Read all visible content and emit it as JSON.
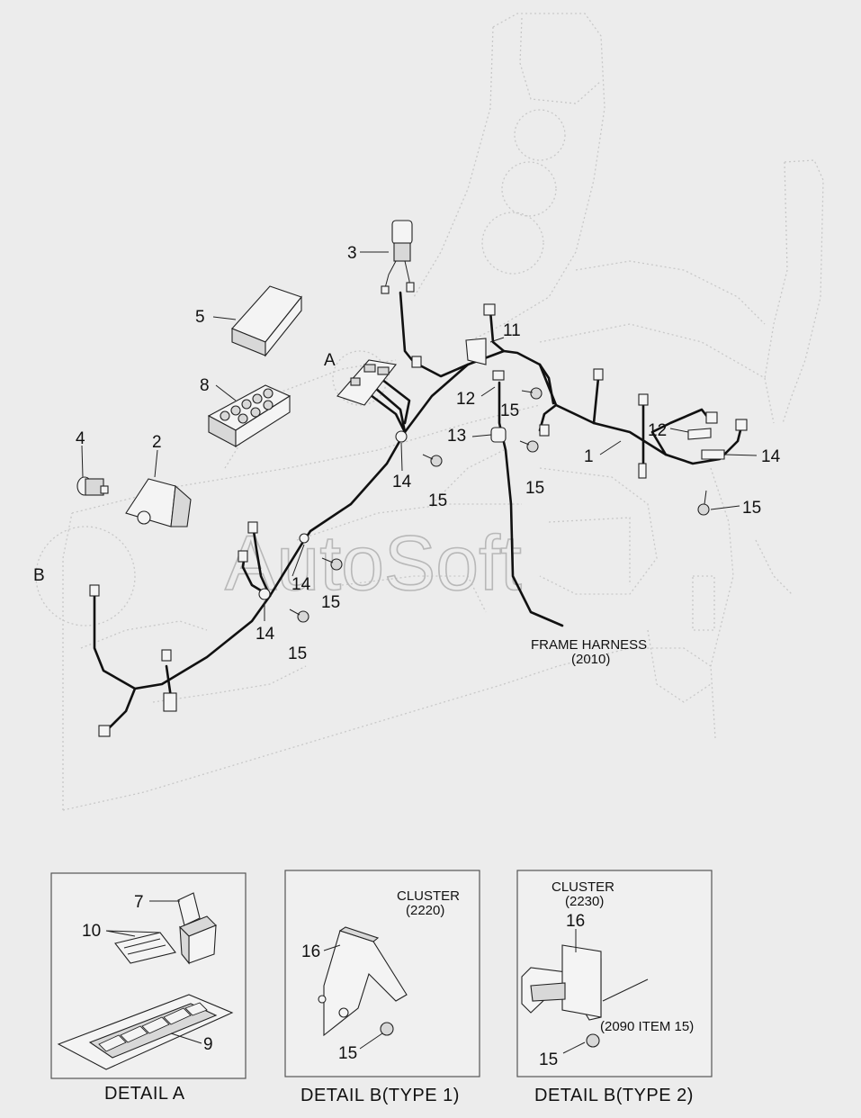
{
  "watermark": "AutoSoft",
  "main_callouts": {
    "c1": "1",
    "c2": "2",
    "c3": "3",
    "c4": "4",
    "c5": "5",
    "c8": "8",
    "c11": "11",
    "c12a": "12",
    "c12b": "12",
    "c13": "13",
    "c14a": "14",
    "c14b": "14",
    "c14c": "14",
    "c14d": "14",
    "c15a": "15",
    "c15b": "15",
    "c15c": "15",
    "c15d": "15",
    "c15e": "15",
    "c15f": "15",
    "detail_a_marker": "A",
    "detail_b_marker": "B"
  },
  "frame_harness": {
    "line1": "FRAME HARNESS",
    "line2": "(2010)"
  },
  "detail_a": {
    "c7": "7",
    "c9": "9",
    "c10": "10",
    "caption": "DETAIL  A"
  },
  "detail_b1": {
    "cluster": "CLUSTER",
    "cluster_ref": "(2220)",
    "c16": "16",
    "c15": "15",
    "caption": "DETAIL  B(TYPE 1)"
  },
  "detail_b2": {
    "cluster": "CLUSTER",
    "cluster_ref": "(2230)",
    "c16": "16",
    "c15": "15",
    "item_ref": "(2090 ITEM 15)",
    "caption": "DETAIL  B(TYPE 2)"
  }
}
